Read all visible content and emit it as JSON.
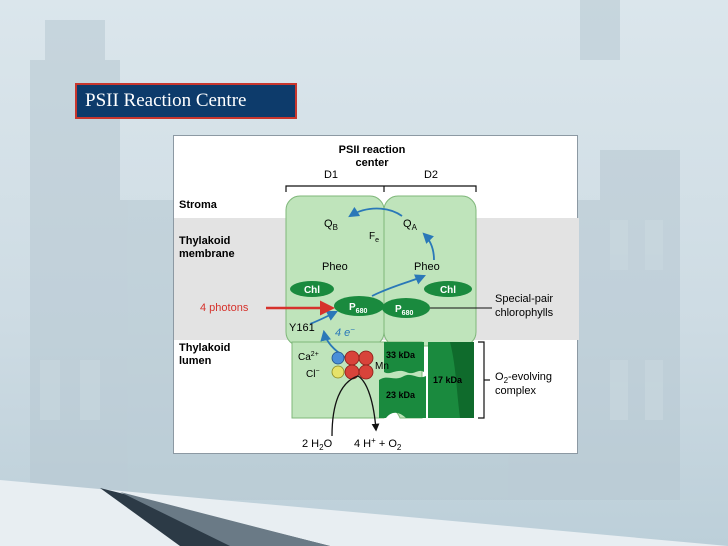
{
  "slide": {
    "title": "PSII Reaction Centre"
  },
  "diagram": {
    "header": {
      "line1": "PSII reaction",
      "line2": "center"
    },
    "subunits": {
      "d1": "D1",
      "d2": "D2"
    },
    "regions": {
      "stroma": "Stroma",
      "membrane_line1": "Thylakoid",
      "membrane_line2": "membrane",
      "lumen_line1": "Thylakoid",
      "lumen_line2": "lumen"
    },
    "cofactors": {
      "qb": "Q",
      "qb_sub": "B",
      "qa": "Q",
      "qa_sub": "A",
      "fe": "F",
      "fe_sub": "e",
      "pheo_left": "Pheo",
      "pheo_right": "Pheo",
      "chl_left": "Chl",
      "chl_right": "Chl",
      "p680_left": "P",
      "p680_left_sub": "680",
      "p680_right": "P",
      "p680_right_sub": "680",
      "y161": "Y161",
      "electrons": "4 e",
      "electrons_sup": "−",
      "ca": "Ca",
      "ca_sup": "2+",
      "cl": "Cl",
      "cl_sup": "−",
      "mn": "Mn"
    },
    "proteins": {
      "kda33": "33 kDa",
      "kda23": "23 kDa",
      "kda17": "17 kDa"
    },
    "input": {
      "photons": "4 photons"
    },
    "labels": {
      "special_pair_line1": "Special-pair",
      "special_pair_line2": "chlorophylls",
      "oec_line1": "O",
      "oec_line1_sub": "2",
      "oec_line1_rest": "-evolving",
      "oec_line2": "complex"
    },
    "reaction": {
      "water": "2 H",
      "water_sub": "2",
      "water_rest": "O",
      "products": "4 H",
      "products_sup": "+",
      "products_rest": " + O",
      "products_sub": "2"
    },
    "colors": {
      "slide_title_bg": "#0d3b6b",
      "slide_title_border": "#c8362d",
      "light_green": "#bfe4bb",
      "dark_green": "#1a8a3e",
      "arrow_blue": "#2a78b8",
      "photon_red": "#d6322c",
      "membrane_gray": "#e3e3e3",
      "mn_red": "#d8433a",
      "ca_blue": "#4a8fd8",
      "cl_yellow": "#e6e26a"
    }
  }
}
